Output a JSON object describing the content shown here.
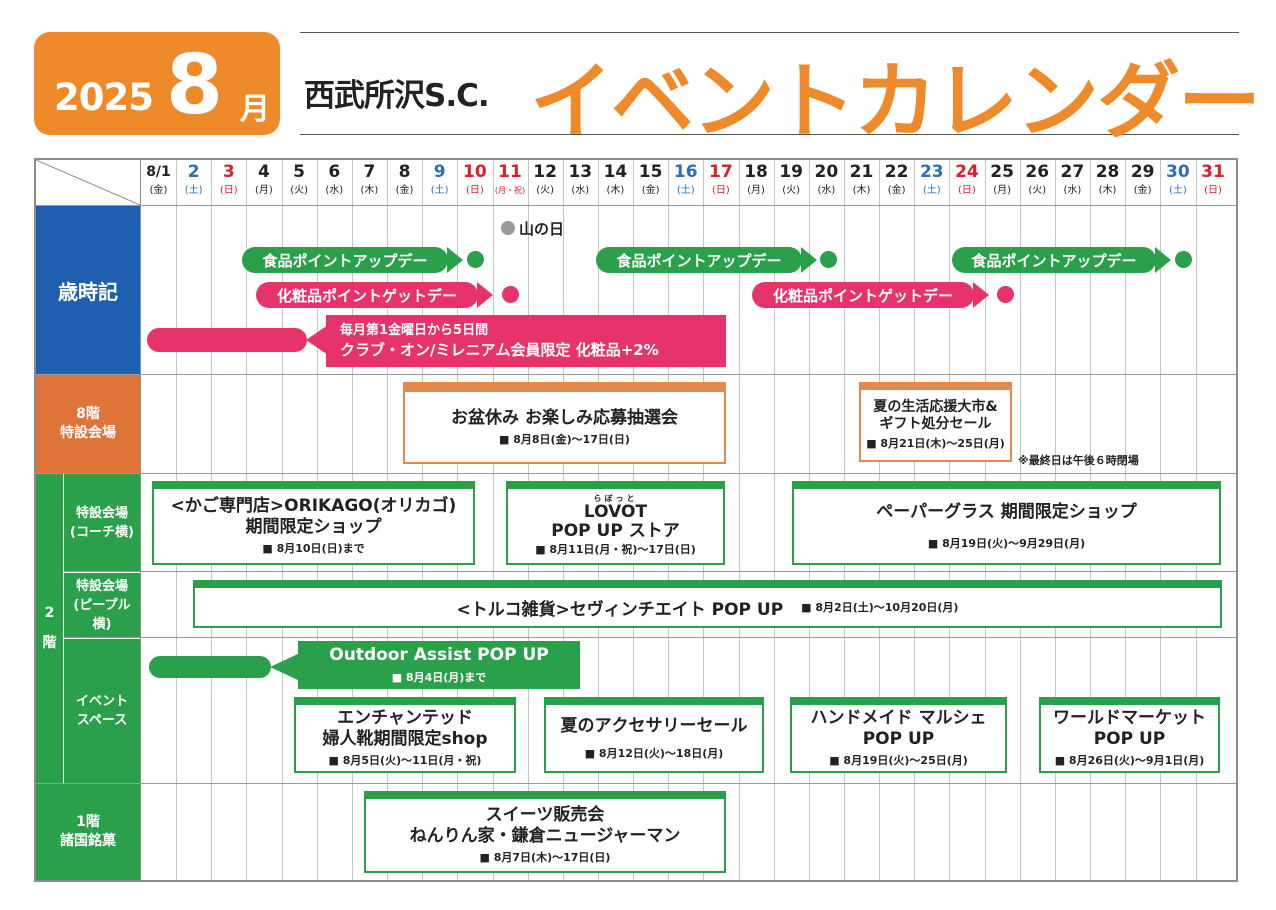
{
  "header": {
    "year": "2025",
    "month": "8",
    "month_unit": "月",
    "shop_name": "西武所沢S.C.",
    "title": "イベントカレンダー"
  },
  "days": [
    {
      "num": "8/1",
      "wd": "(金)",
      "c": "blk"
    },
    {
      "num": "2",
      "wd": "(土)",
      "c": "blu"
    },
    {
      "num": "3",
      "wd": "(日)",
      "c": "red"
    },
    {
      "num": "4",
      "wd": "(月)",
      "c": "blk"
    },
    {
      "num": "5",
      "wd": "(火)",
      "c": "blk"
    },
    {
      "num": "6",
      "wd": "(水)",
      "c": "blk"
    },
    {
      "num": "7",
      "wd": "(木)",
      "c": "blk"
    },
    {
      "num": "8",
      "wd": "(金)",
      "c": "blk"
    },
    {
      "num": "9",
      "wd": "(土)",
      "c": "blu"
    },
    {
      "num": "10",
      "wd": "(日)",
      "c": "red"
    },
    {
      "num": "11",
      "wd": "(月・祝)",
      "c": "red"
    },
    {
      "num": "12",
      "wd": "(火)",
      "c": "blk"
    },
    {
      "num": "13",
      "wd": "(水)",
      "c": "blk"
    },
    {
      "num": "14",
      "wd": "(木)",
      "c": "blk"
    },
    {
      "num": "15",
      "wd": "(金)",
      "c": "blk"
    },
    {
      "num": "16",
      "wd": "(土)",
      "c": "blu"
    },
    {
      "num": "17",
      "wd": "(日)",
      "c": "red"
    },
    {
      "num": "18",
      "wd": "(月)",
      "c": "blk"
    },
    {
      "num": "19",
      "wd": "(火)",
      "c": "blk"
    },
    {
      "num": "20",
      "wd": "(水)",
      "c": "blk"
    },
    {
      "num": "21",
      "wd": "(木)",
      "c": "blk"
    },
    {
      "num": "22",
      "wd": "(金)",
      "c": "blk"
    },
    {
      "num": "23",
      "wd": "(土)",
      "c": "blu"
    },
    {
      "num": "24",
      "wd": "(日)",
      "c": "red"
    },
    {
      "num": "25",
      "wd": "(月)",
      "c": "blk"
    },
    {
      "num": "26",
      "wd": "(火)",
      "c": "blk"
    },
    {
      "num": "27",
      "wd": "(水)",
      "c": "blk"
    },
    {
      "num": "28",
      "wd": "(木)",
      "c": "blk"
    },
    {
      "num": "29",
      "wd": "(金)",
      "c": "blk"
    },
    {
      "num": "30",
      "wd": "(土)",
      "c": "blu"
    },
    {
      "num": "31",
      "wd": "(日)",
      "c": "red"
    }
  ],
  "colors": {
    "green": "#2aa04a",
    "pink": "#e6336a",
    "blue": "#1e5fb0",
    "orange": "#ef8a2a",
    "cat_orange": "#df7439"
  },
  "categories": {
    "saijiki": "歳時記",
    "floor8": "8階\n特設会場",
    "floor2": "2\n\n階",
    "coach": "特設会場\n(コーチ横)",
    "people": "特設会場\n(ピープル横)",
    "event_space": "イベント\nスペース",
    "floor1": "1階\n諸国銘菓"
  },
  "saijiki": {
    "holiday": "山の日",
    "food_day": "食品ポイントアップデー",
    "cosme_day": "化粧品ポイントゲットデー",
    "club_line1": "毎月第1金曜日から5日間",
    "club_line2": "クラブ・オン/ミレニアム会員限定 化粧品+2%"
  },
  "floor8": {
    "obon_title": "お盆休み お楽しみ応募抽選会",
    "obon_date": "■ 8月8日(金)～17日(日)",
    "summer_title": "夏の生活応援大市&\nギフト処分セール",
    "summer_date": "■ 8月21日(木)～25日(月)",
    "note": "※最終日は午後６時閉場"
  },
  "coach": {
    "orikago_title": "<かご専門店>ORIKAGO(オリカゴ)\n期間限定ショップ",
    "orikago_date": "■ 8月10日(日)まで",
    "lovot_ruby": "らぼっと",
    "lovot_title": "LOVOT\nPOP UP ストア",
    "lovot_date": "■ 8月11日(月・祝)～17日(日)",
    "paper_title": "ペーパーグラス 期間限定ショップ",
    "paper_date": "■ 8月19日(火)～9月29日(月)"
  },
  "people": {
    "torko_title": "<トルコ雑貨>セヴィンチエイト POP UP",
    "torko_date": "■ 8月2日(土)～10月20日(月)"
  },
  "event_space": {
    "outdoor_title": "Outdoor Assist POP UP",
    "outdoor_date": "■ 8月4日(月)まで",
    "enchant_title": "エンチャンテッド\n婦人靴期間限定shop",
    "enchant_date": "■ 8月5日(火)～11日(月・祝)",
    "acc_title": "夏のアクセサリーセール",
    "acc_date": "■ 8月12日(火)～18日(月)",
    "handmade_title": "ハンドメイド マルシェ\nPOP UP",
    "handmade_date": "■ 8月19日(火)～25日(月)",
    "world_title": "ワールドマーケット\nPOP UP",
    "world_date": "■ 8月26日(火)～9月1日(月)"
  },
  "floor1": {
    "sweets_title": "スイーツ販売会\nねんりん家・鎌倉ニュージャーマン",
    "sweets_date": "■ 8月7日(木)～17日(日)"
  }
}
